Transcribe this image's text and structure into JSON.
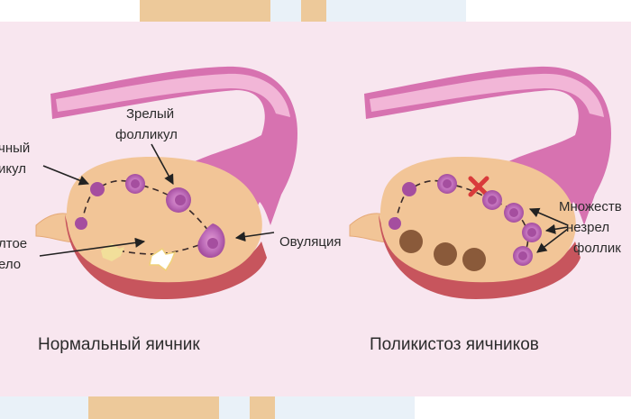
{
  "normal_ovary": {
    "caption": "Нормальный яичник",
    "label_growing_follicle": [
      "чный",
      "икул"
    ],
    "label_mature_follicle": [
      "Зрелый",
      "фолликул"
    ],
    "label_corpus_luteum": [
      "лтое",
      "ело"
    ],
    "label_ovulation": "Овуляция"
  },
  "pcos_ovary": {
    "caption": "Поликистоз яичников",
    "label_immature_follicles": [
      "Множеств",
      "незрел",
      "фоллик"
    ]
  },
  "colors": {
    "background_band": "#f8e6ef",
    "ovary_body": "#f2c597",
    "ovary_shadow": "#c7555d",
    "tube": "#d772b0",
    "tube_light": "#f2b6d7",
    "follicle": "#a54e9f",
    "cyst": "#8a5a3a",
    "cross": "#d93b3b",
    "frame_tan": "#edc99a",
    "frame_blue": "#e9f1f8"
  }
}
